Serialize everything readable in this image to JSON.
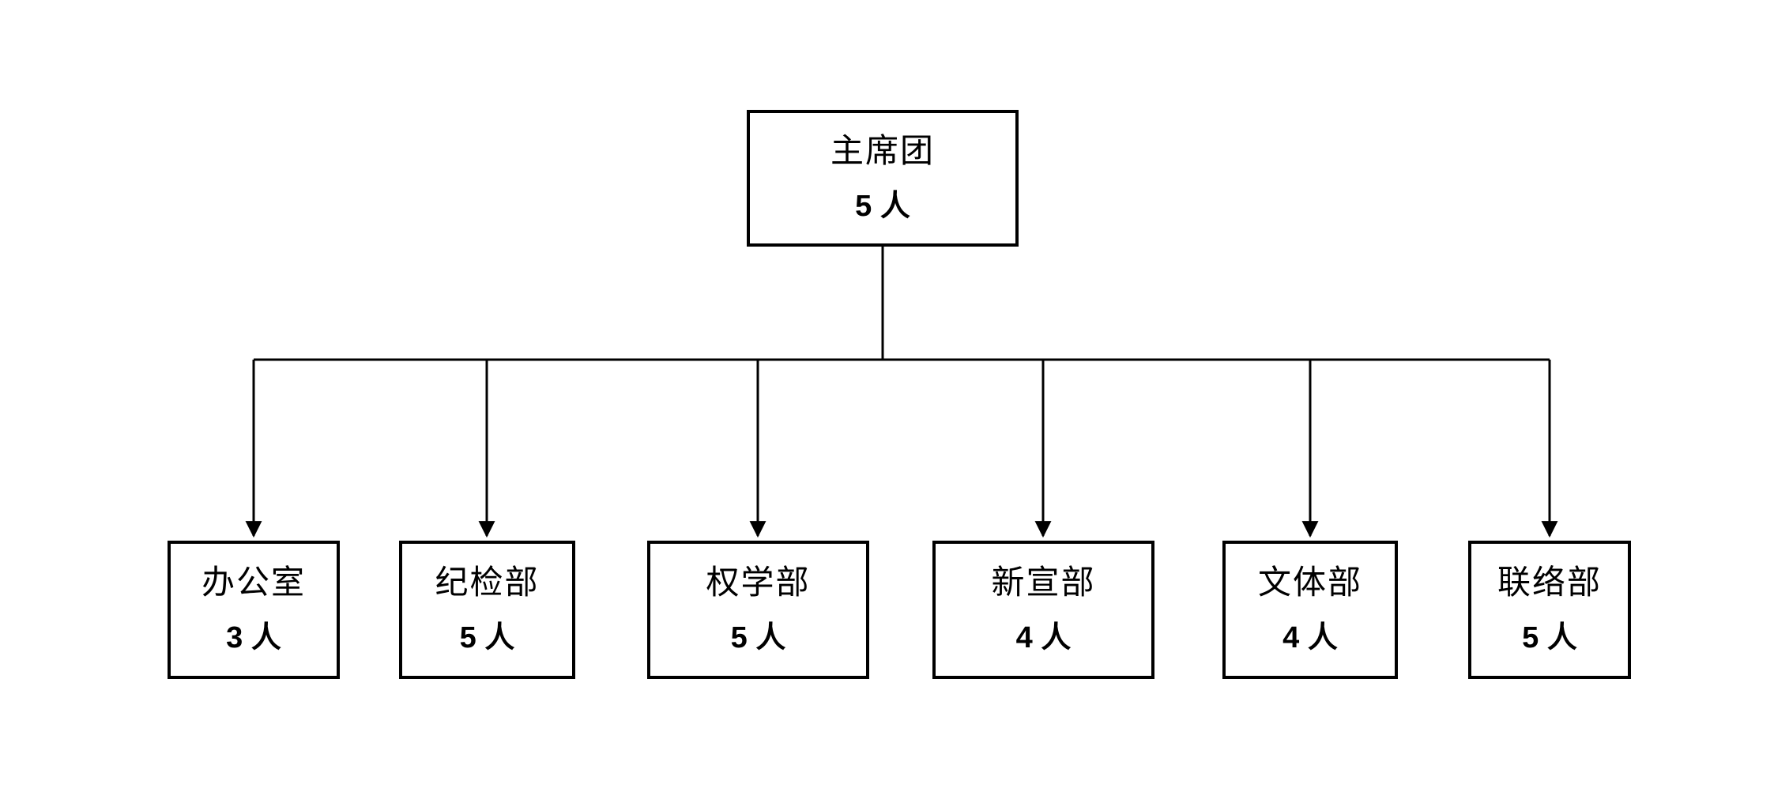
{
  "diagram": {
    "type": "org-chart",
    "root": {
      "label": "主席团",
      "count": "5 人"
    },
    "children": [
      {
        "label": "办公室",
        "count": "3 人"
      },
      {
        "label": "纪检部",
        "count": "5 人"
      },
      {
        "label": "权学部",
        "count": "5 人"
      },
      {
        "label": "新宣部",
        "count": "4 人"
      },
      {
        "label": "文体部",
        "count": "4 人"
      },
      {
        "label": "联络部",
        "count": "5 人"
      }
    ],
    "colors": {
      "line": "#000000",
      "box_border": "#000000",
      "background": "#ffffff",
      "text": "#000000"
    }
  }
}
